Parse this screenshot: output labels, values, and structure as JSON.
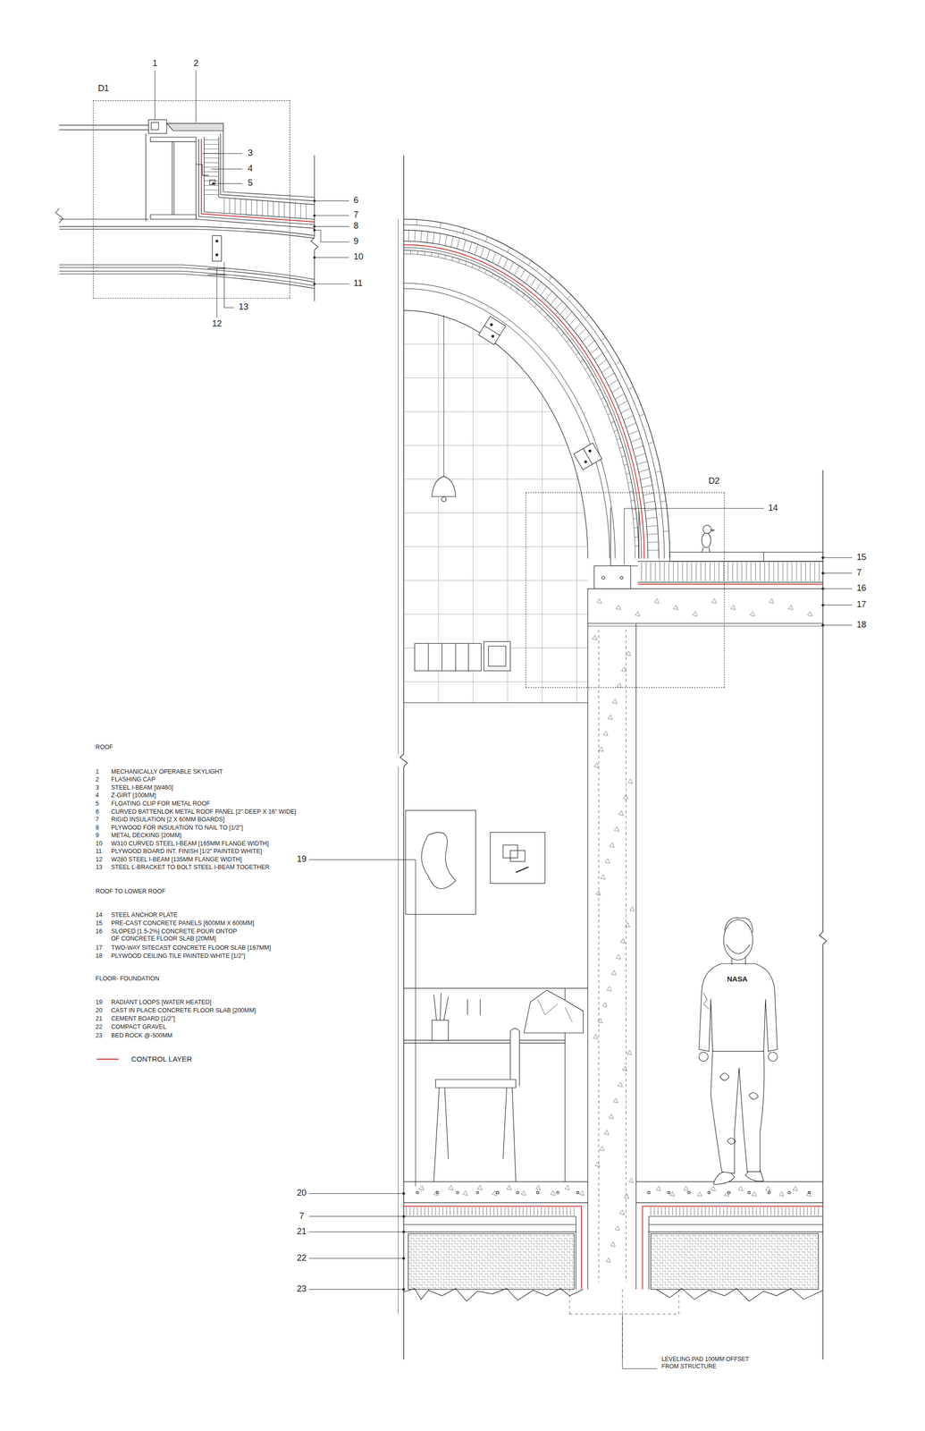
{
  "diagram": {
    "nodes": [
      {
        "text": [
          "D1"
        ]
      },
      {
        "text": [
          "D2"
        ]
      }
    ],
    "labels": [
      "1",
      "2",
      "3",
      "4",
      "5",
      "6",
      "7",
      "8",
      "9",
      "10",
      "11",
      "12",
      "13",
      "14",
      "15",
      "7",
      "16",
      "17",
      "18",
      "19",
      "20",
      "7",
      "21",
      "22",
      "23",
      "ROOF",
      "1",
      "MECHANICALLY OPERABLE SKYLIGHT",
      "2",
      "FLASHING CAP",
      "3",
      "STEEL I-BEAM [W460]",
      "4",
      "Z-GIRT [100MM]",
      "5",
      "FLOATING CLIP FOR METAL ROOF",
      "6",
      "CURVED BATTENLOK METAL ROOF PANEL [2\" DEEP X 16\" WIDE]",
      "7",
      "RIGID INSULATION [2 X 60MM BOARDS]",
      "8",
      "PLYWOOD FOR INSULATION TO NAIL TO [1/2\"]",
      "9",
      "METAL DECKING [20MM]",
      "10",
      "W310 CURVED STEEL I-BEAM [165MM FLANGE WIDTH]",
      "11",
      "PLYWOOD BOARD INT. FINISH [1/2\" PAINTED WHITE]",
      "12",
      "W280 STEEL I-BEAM [135MM FLANGE WIDTH]",
      "13",
      "STEEL L-BRACKET TO BOLT STEEL I-BEAM TOGETHER",
      "ROOF TO LOWER ROOF",
      "14",
      "STEEL ANCHOR PLATE",
      "15",
      "PRE-CAST CONCRETE PANELS [600MM X 600MM]",
      "16",
      "SLOPED [1.5-2%] CONCRETE POUR ONTOP OF CONCRETE FLOOR SLAB [20MM]",
      "17",
      "TWO-WAY SITECAST CONCRETE FLOOR SLAB [167MM]",
      "18",
      "PLYWOOD CEILING TILE PAINTED WHITE [1/2\"]",
      "FLOOR- FOUNDATION",
      "19",
      "RADIANT LOOPS [WATER HEATED]",
      "20",
      "CAST IN PLACE CONCRETE FLOOR SLAB [200MM]",
      "21",
      "CEMENT BOARD [1/2\"]",
      "22",
      "COMPACT GRAVEL",
      "23",
      "BED ROCK @-500MM",
      "NASA",
      "LEVELING PAD 100MM OFFSET FROM STRUCTURE"
    ],
    "legend": [
      {
        "text": "CONTROL LAYER"
      }
    ]
  }
}
